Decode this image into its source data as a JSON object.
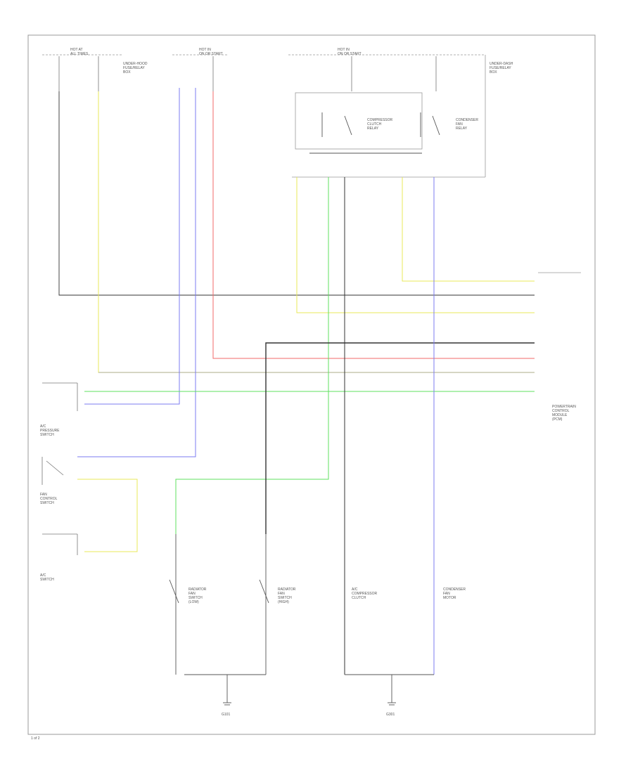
{
  "labels": {
    "fuse_left": "HOT AT\nALL TIMES",
    "fuse_left_a": "UNDER-HOOD\nFUSE/RELAY\nBOX",
    "fuse_mid": "HOT IN\nON OR START",
    "fuse_right": "HOT IN\nON OR START",
    "box_right_label": "UNDER-DASH\nFUSE/RELAY\nBOX",
    "relay_a": "COMPRESSOR\nCLUTCH\nRELAY",
    "relay_b": "CONDENSER\nFAN\nRELAY",
    "pcm_label": "POWERTRAIN\nCONTROL\nMODULE\n(PCM)",
    "sw_top": "A/C\nPRESSURE\nSWITCH",
    "sw_mid": "FAN\nCONTROL\nSWITCH",
    "sw_low": "A/C\nSWITCH",
    "sw1": "RADIATOR\nFAN\nSWITCH\n(LOW)",
    "sw2": "RADIATOR\nFAN\nSWITCH\n(HIGH)",
    "m1": "A/C\nCOMPRESSOR\nCLUTCH",
    "m2": "CONDENSER\nFAN\nMOTOR",
    "g1": "G101",
    "g2": "G301",
    "page": "1 of 2"
  },
  "wire_colors": {
    "black": "#333333",
    "yellow": "#e8e85a",
    "blue": "#7b7bf0",
    "green": "#5fe05f",
    "red": "#f06a6a",
    "gray": "#999999"
  }
}
